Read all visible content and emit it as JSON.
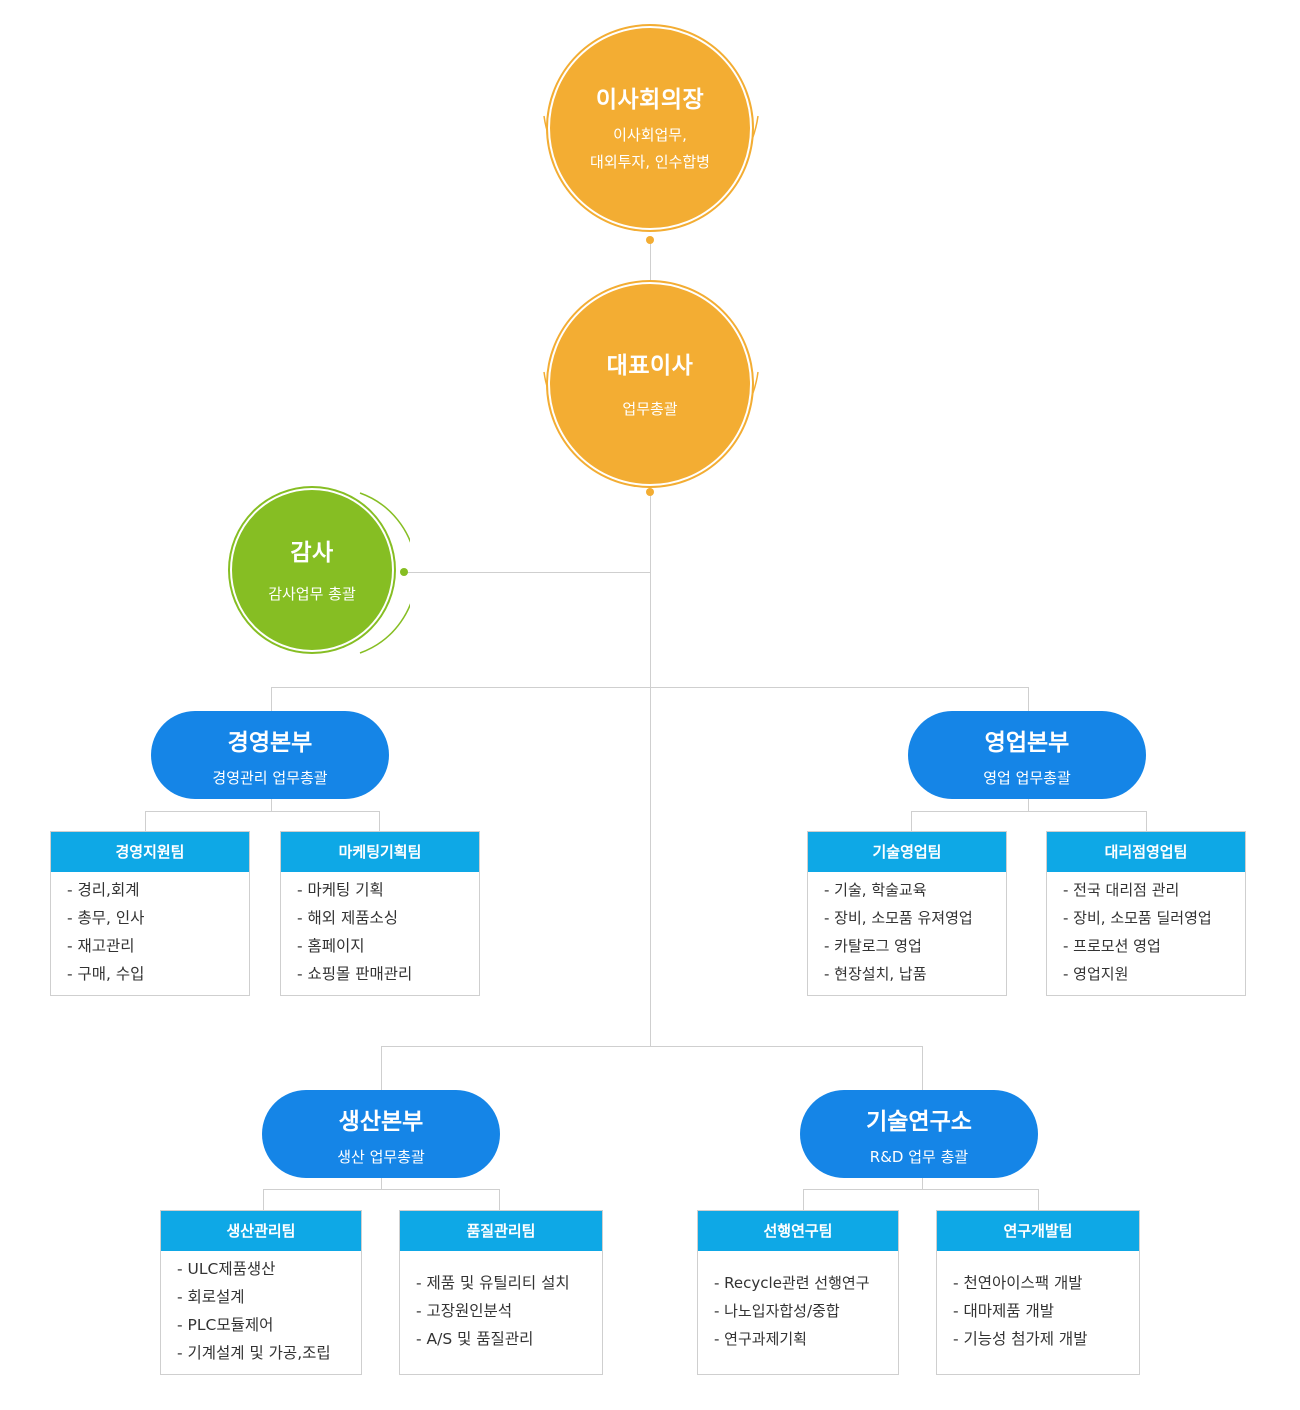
{
  "chairman": {
    "title": "이사회의장",
    "desc": [
      "이사회업무,",
      "대외투자, 인수합병"
    ]
  },
  "ceo": {
    "title": "대표이사",
    "desc": [
      "업무총괄"
    ]
  },
  "auditor": {
    "title": "감사",
    "desc": [
      "감사업무 총괄"
    ]
  },
  "divisions": {
    "management": {
      "title": "경영본부",
      "desc": "경영관리 업무총괄"
    },
    "sales": {
      "title": "영업본부",
      "desc": "영업 업무총괄"
    },
    "production": {
      "title": "생산본부",
      "desc": "생산 업무총괄"
    },
    "research": {
      "title": "기술연구소",
      "desc": "R&D 업무 총괄"
    }
  },
  "teams": {
    "mgmt_support": {
      "name": "경영지원팀",
      "items": [
        "- 경리,회계",
        "- 총무, 인사",
        "- 재고관리",
        "- 구매, 수입"
      ]
    },
    "marketing": {
      "name": "마케팅기획팀",
      "items": [
        "- 마케팅 기획",
        "- 해외 제품소싱",
        "- 홈페이지",
        "- 쇼핑몰 판매관리"
      ]
    },
    "tech_sales": {
      "name": "기술영업팀",
      "items": [
        "- 기술, 학술교육",
        "- 장비, 소모품 유져영업",
        "- 카탈로그 영업",
        "- 현장설치, 납품"
      ]
    },
    "agency_sales": {
      "name": "대리점영업팀",
      "items": [
        "- 전국 대리점 관리",
        "- 장비, 소모품 딜러영업",
        "- 프로모션 영업",
        "- 영업지원"
      ]
    },
    "prod_mgmt": {
      "name": "생산관리팀",
      "items": [
        "- ULC제품생산",
        "- 회로설계",
        "- PLC모듈제어",
        "- 기계설계 및 가공,조립"
      ]
    },
    "quality": {
      "name": "품질관리팀",
      "items": [
        "- 제품 및 유틸리티 설치",
        "- 고장원인분석",
        "- A/S 및 품질관리"
      ]
    },
    "adv_research": {
      "name": "선행연구팀",
      "items": [
        "- Recycle관련 선행연구",
        "- 나노입자합성/중합",
        "- 연구과제기획"
      ]
    },
    "rnd": {
      "name": "연구개발팀",
      "items": [
        "- 천연아이스팩 개발",
        "- 대마제품 개발",
        "- 기능성 첨가제 개발"
      ]
    }
  },
  "colors": {
    "orange": "#f3ad33",
    "green": "#86be23",
    "division_blue": "#1585e7",
    "team_blue": "#0ea8e6",
    "line": "#cfcfcf"
  }
}
